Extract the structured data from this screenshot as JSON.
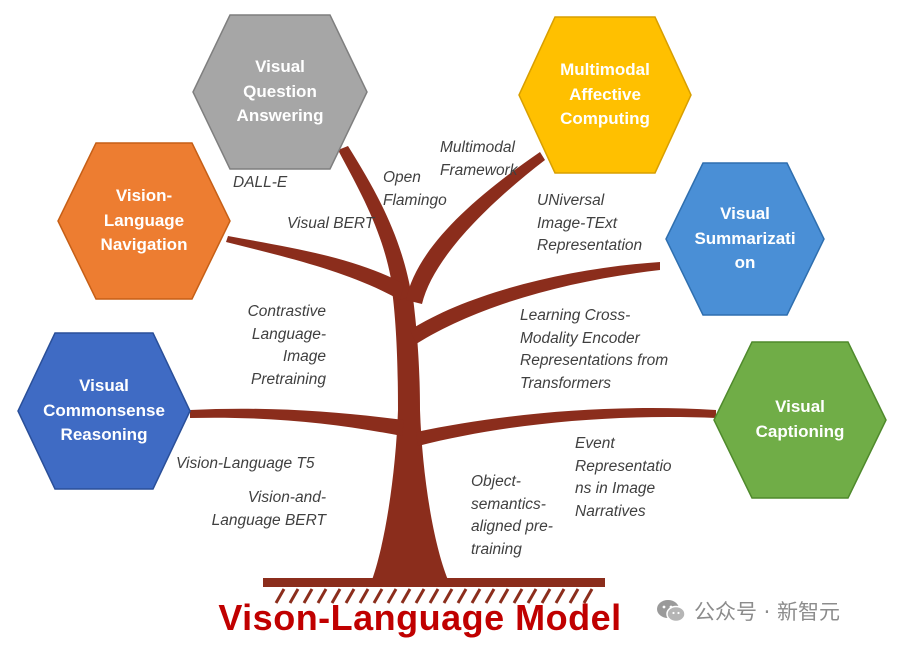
{
  "title": "Vison-Language Model",
  "watermark": {
    "text": "公众号 · 新智元",
    "icon": "wechat-icon"
  },
  "colors": {
    "trunk": "#8b2d1c",
    "ground": "#8b2d1c",
    "title": "#c00000",
    "vqa": "#a6a6a6",
    "affective": "#ffc000",
    "navigation": "#ed7d31",
    "summarization": "#4a8fd6",
    "commonsense": "#3f6bc4",
    "captioning": "#70ad47"
  },
  "tasks": [
    {
      "id": "vqa",
      "label": "Visual\nQuestion\nAnswering"
    },
    {
      "id": "affective",
      "label": "Multimodal\nAffective\nComputing"
    },
    {
      "id": "navigation",
      "label": "Vision-\nLanguage\nNavigation"
    },
    {
      "id": "summarization",
      "label": "Visual\nSummarizati\non"
    },
    {
      "id": "commonsense",
      "label": "Visual\nCommonsense\nReasoning"
    },
    {
      "id": "captioning",
      "label": "Visual\nCaptioning"
    }
  ],
  "models": {
    "dalle": "DALL-E",
    "visual_bert": "Visual BERT",
    "open_flamingo": "Open\nFlamingo",
    "multimodal_framework": "Multimodal\nFramework",
    "uniter": "UNiversal\nImage-TExt\nRepresentation",
    "clip": "Contrastive\nLanguage-\nImage\nPretraining",
    "lxmert": "Learning Cross-\nModality Encoder\nRepresentations from\nTransformers",
    "vl_t5": "Vision-Language T5",
    "vl_bert": "Vision-and-\nLanguage BERT",
    "event": "Event\nRepresentatio\nns in Image\nNarratives",
    "oscar": "Object-\nsemantics-\naligned pre-\ntraining"
  }
}
